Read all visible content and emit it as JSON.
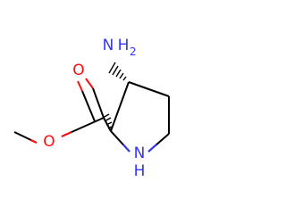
{
  "molecule": {
    "atoms": {
      "amine_n": {
        "symbol": "N",
        "hydrogen": "H",
        "hydrogen_count": "2"
      },
      "ring_n": {
        "symbol": "N",
        "hydrogen": "H"
      },
      "carbonyl_o": {
        "symbol": "O"
      },
      "ester_o": {
        "symbol": "O"
      }
    }
  },
  "colors": {
    "carbon_bond": "#000000",
    "nitrogen": "#3333ff",
    "oxygen": "#ff0d0d",
    "background": "#ffffff"
  }
}
